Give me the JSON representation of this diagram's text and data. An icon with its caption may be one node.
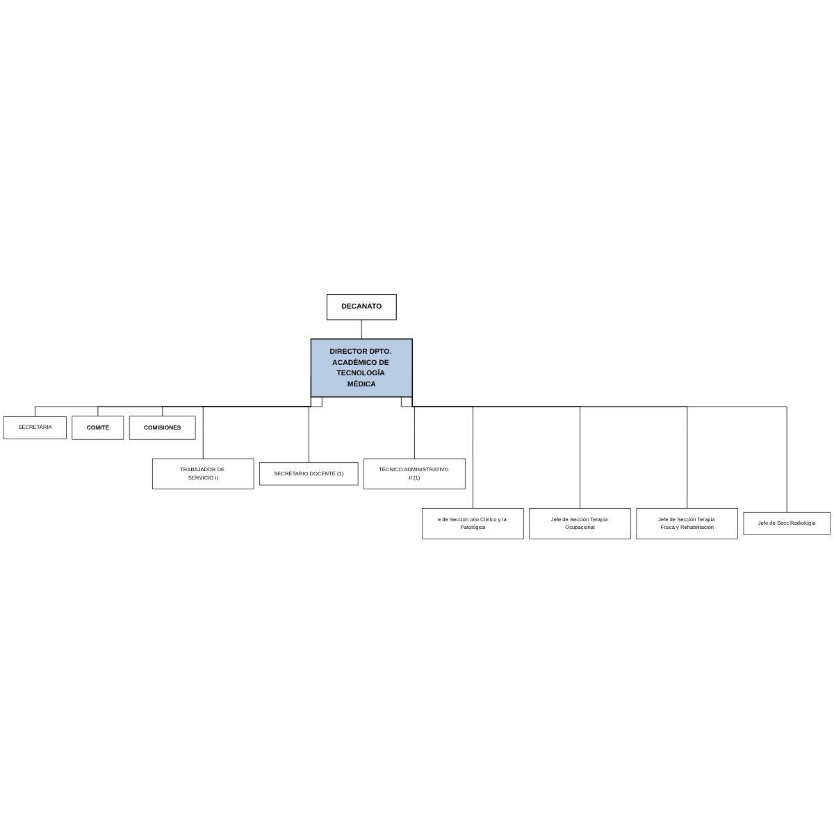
{
  "diagram": {
    "nodes": [
      {
        "text": [
          "DECANATO"
        ]
      },
      {
        "text": [
          "DIRECTOR DPTO. ACADÉMICO DE TECNOLOGÍA MÉDICA"
        ]
      },
      {
        "text": [
          "SECRETARIA"
        ]
      },
      {
        "text": [
          "COMITÉ"
        ]
      },
      {
        "text": [
          "COMISIONES"
        ]
      },
      {
        "text": [
          "TRABAJADOR DE SERVICIO II"
        ]
      },
      {
        "text": [
          "SECRETARIO DOCENTE (1)"
        ]
      },
      {
        "text": [
          "TÉCNICO ADMINISTRATIVO II (1)"
        ]
      },
      {
        "text": [
          "e de Sección orio Clínico y ía Patológica"
        ]
      },
      {
        "text": [
          "Jefe de Sección Terapia Ocupacional"
        ]
      },
      {
        "text": [
          "Jefe de Sección Terapia Física y Rehabilitación"
        ]
      },
      {
        "text": [
          "Jefe de Secc Radiología"
        ]
      }
    ],
    "edges": [
      {
        "from": 0,
        "to": 1,
        "arrow": "none"
      },
      {
        "from": 1,
        "to": 2,
        "arrow": "none"
      },
      {
        "from": 1,
        "to": 3,
        "arrow": "none"
      },
      {
        "from": 1,
        "to": 4,
        "arrow": "none"
      },
      {
        "from": 1,
        "to": 5,
        "arrow": "none"
      },
      {
        "from": 1,
        "to": 6,
        "arrow": "none"
      },
      {
        "from": 1,
        "to": 7,
        "arrow": "none"
      },
      {
        "from": 1,
        "to": 8,
        "arrow": "none"
      },
      {
        "from": 1,
        "to": 9,
        "arrow": "none"
      },
      {
        "from": 1,
        "to": 10,
        "arrow": "none"
      },
      {
        "from": 1,
        "to": 11,
        "arrow": "none"
      }
    ]
  }
}
